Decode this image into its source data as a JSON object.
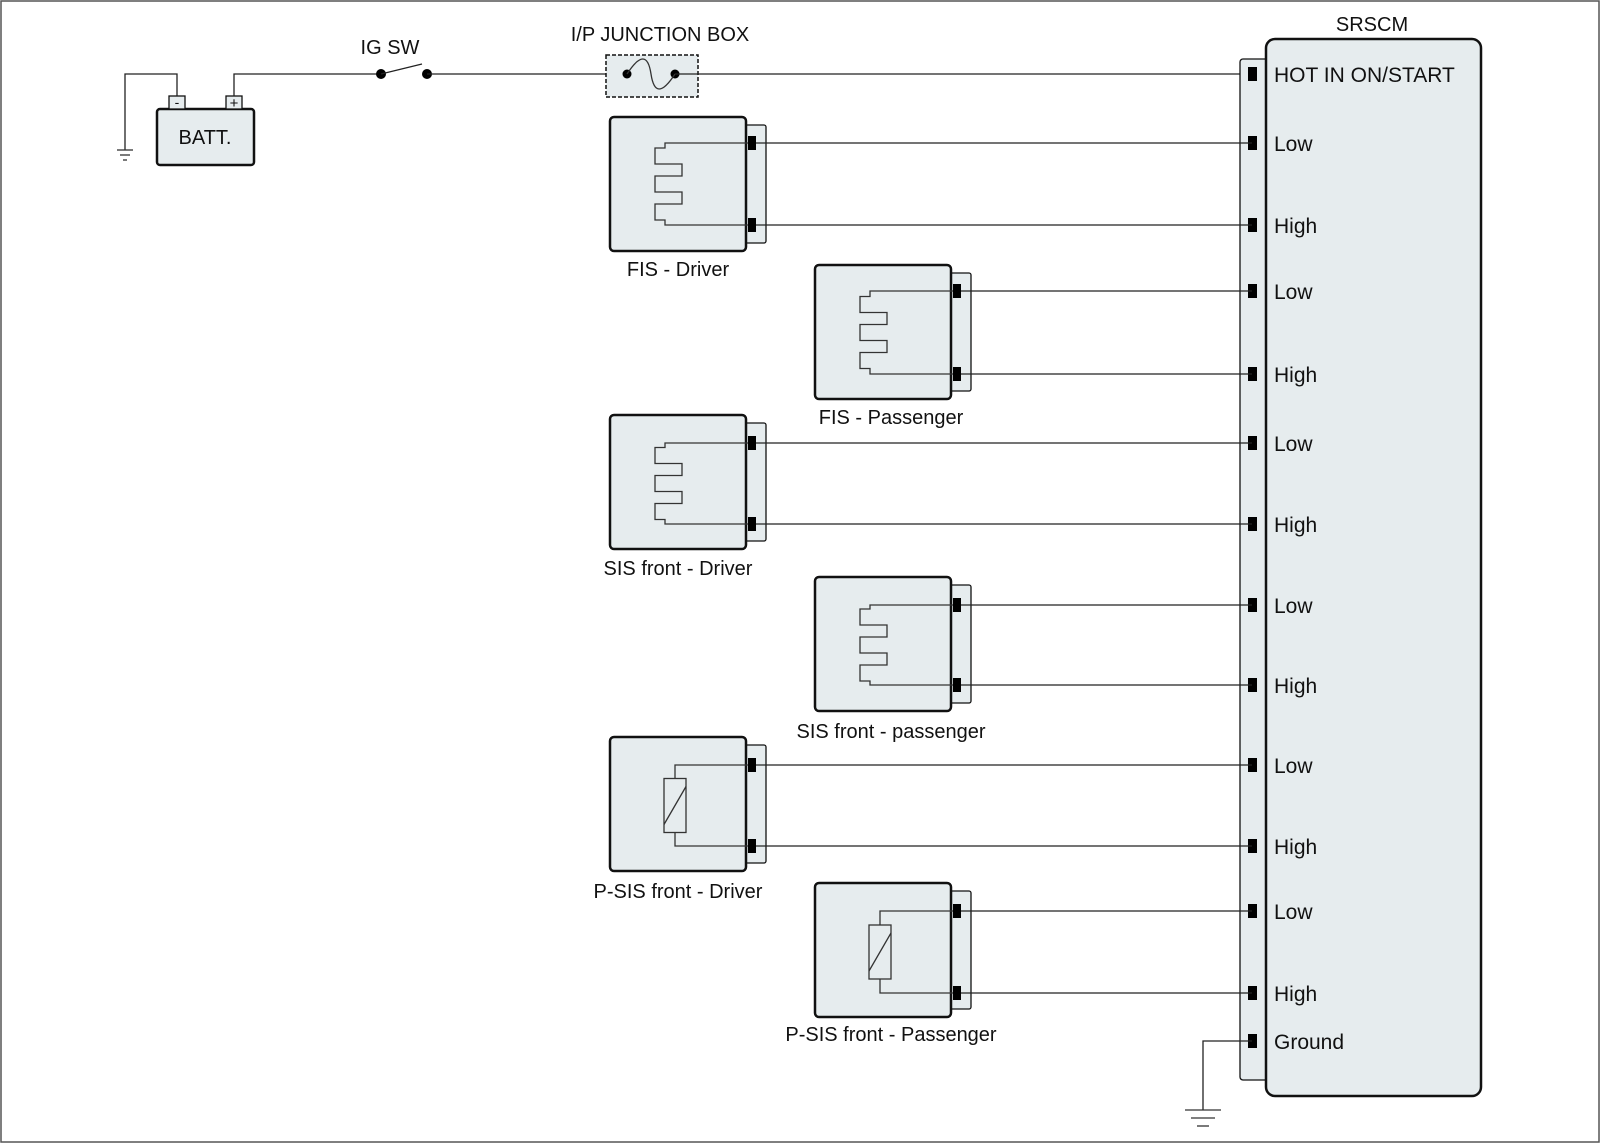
{
  "diagram": {
    "battery": {
      "label": "BATT.",
      "neg": "-",
      "pos": "+"
    },
    "ig_switch": {
      "label": "IG SW"
    },
    "junction_box": {
      "label": "I/P JUNCTION BOX"
    },
    "srscm": {
      "label": "SRSCM",
      "pins": [
        "HOT IN ON/START",
        "Low",
        "High",
        "Low",
        "High",
        "Low",
        "High",
        "Low",
        "High",
        "Low",
        "High",
        "Low",
        "High",
        "Ground"
      ]
    },
    "modules": [
      {
        "label": "FIS - Driver",
        "symbol": "squib-icon"
      },
      {
        "label": "FIS - Passenger",
        "symbol": "squib-icon"
      },
      {
        "label": "SIS front - Driver",
        "symbol": "squib-icon"
      },
      {
        "label": "SIS front - passenger",
        "symbol": "squib-icon"
      },
      {
        "label": "P-SIS front - Driver",
        "symbol": "pressure-sensor-icon"
      },
      {
        "label": "P-SIS front - Passenger",
        "symbol": "pressure-sensor-icon"
      }
    ]
  }
}
